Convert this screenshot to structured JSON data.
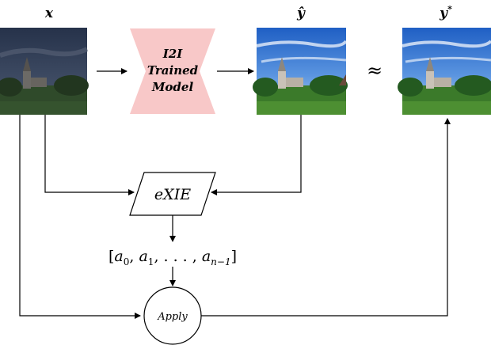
{
  "labels": {
    "input": "x",
    "output": "ŷ",
    "target": "y",
    "target_sup": "*",
    "approx": "≈"
  },
  "model": {
    "line1": "I2I",
    "line2": "Trained",
    "line3": "Model",
    "color": "#f8c8c8"
  },
  "explainer": {
    "label": "eXIE"
  },
  "params": {
    "open": "[",
    "a": "a",
    "sub0": "0",
    "sep1": ", ",
    "sub1": "1",
    "sep2": ", . . . , ",
    "subn": "n−1",
    "close": "]"
  },
  "apply": {
    "label": "Apply"
  },
  "colors": {
    "sky_dark": "#2e3a52",
    "sky_bright": "#2f6fd0",
    "grass": "#3b7a2a",
    "trees": "#245a20",
    "stroke": "#000000"
  }
}
